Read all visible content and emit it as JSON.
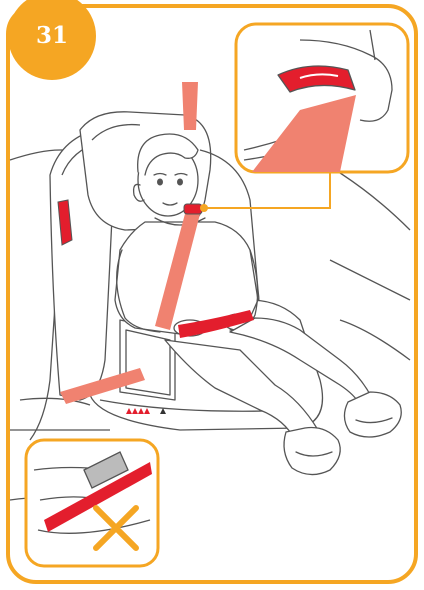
{
  "step": {
    "number": "31"
  },
  "colors": {
    "accent": "#F5A623",
    "belt": "#F08270",
    "belt_red": "#E31E2D",
    "line": "#555555",
    "cross": "#F5A623"
  },
  "insets": {
    "top_right": {
      "icon": "belt-guide-closeup"
    },
    "bottom_left": {
      "icon": "wrong-belt-routing",
      "marker": "cross-icon"
    }
  }
}
